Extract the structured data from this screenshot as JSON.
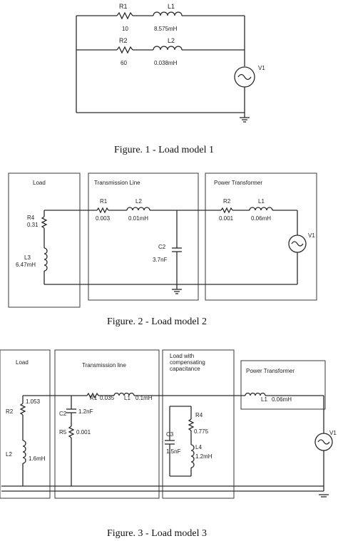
{
  "fig1": {
    "caption": "Figure. 1 - Load model 1",
    "r1": {
      "name": "R1",
      "value": "10"
    },
    "l1": {
      "name": "L1",
      "value": "8.575mH"
    },
    "r2": {
      "name": "R2",
      "value": "60"
    },
    "l2": {
      "name": "L2",
      "value": "0.038mH"
    },
    "v1": "V1"
  },
  "fig2": {
    "caption": "Figure. 2 - Load model 2",
    "sections": {
      "load": "Load",
      "line": "Transmission Line",
      "transformer": "Power Transformer"
    },
    "r4": {
      "name": "R4",
      "value": "0.31"
    },
    "l3": {
      "name": "L3",
      "value": "6.47mH"
    },
    "r1": {
      "name": "R1",
      "value": "0.003"
    },
    "l2": {
      "name": "L2",
      "value": "0.01mH"
    },
    "c2": {
      "name": "C2",
      "value": "3.7nF"
    },
    "r2": {
      "name": "R2",
      "value": "0.001"
    },
    "l1": {
      "name": "L1",
      "value": "0.06mH"
    },
    "v1": "V1"
  },
  "fig3": {
    "caption": "Figure. 3 - Load model 3",
    "sections": {
      "load": "Load",
      "line": "Transmission line",
      "comp_line1": "Load with",
      "comp_line2": "compensating",
      "comp_line3": "capacitance",
      "transformer": "Power Transformer"
    },
    "r2": {
      "name": "R2",
      "value": "1.053"
    },
    "l2": {
      "name": "L2",
      "value": "1.6mH"
    },
    "c2": {
      "name": "C2",
      "value": "1.2nF"
    },
    "r5": {
      "name": "R5",
      "value": "0.001"
    },
    "r1": {
      "name": "R1",
      "value": "0.035"
    },
    "l1": {
      "name": "L1",
      "value": "0.1mH"
    },
    "c3": {
      "name": "C3",
      "value": "1.5nF"
    },
    "r4": {
      "name": "R4",
      "value": "0.775"
    },
    "l4": {
      "name": "L4",
      "value": "1.2mH"
    },
    "lt": {
      "name": "L1",
      "value": "0.06mH"
    },
    "v1": "V1"
  }
}
